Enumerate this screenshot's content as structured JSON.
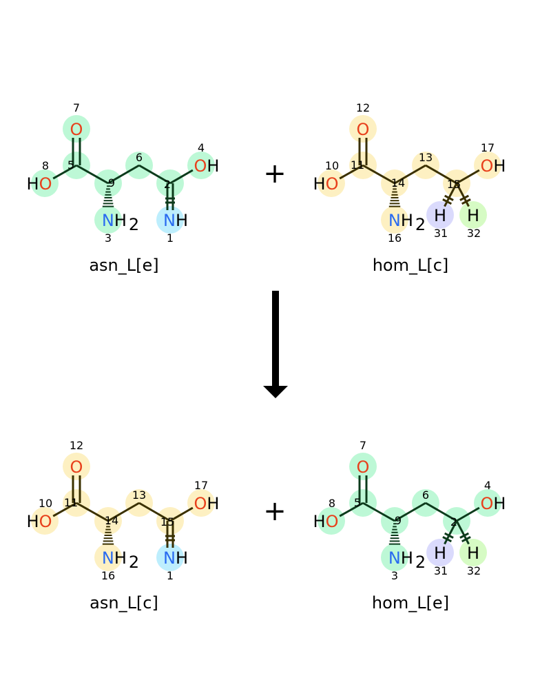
{
  "reaction": {
    "plus_sign": "+",
    "arrow": "reaction-arrow",
    "reactants": [
      {
        "name": "asn_L[e]",
        "template": "asn",
        "bond_color": "#0d3b1c",
        "atoms": [
          {
            "role": "o_top",
            "symbol": "O",
            "map": "7",
            "highlight": "#bdf8d6"
          },
          {
            "role": "c_carb",
            "symbol": "C",
            "map": "5",
            "highlight": "#bdf8d6"
          },
          {
            "role": "o_hydroxyl",
            "symbol": "O",
            "prefix": "H",
            "map": "8",
            "highlight": "#bdf8d6"
          },
          {
            "role": "c_alpha",
            "symbol": "C",
            "map": "9",
            "highlight": "#bdf8d6"
          },
          {
            "role": "n_amine",
            "symbol": "N",
            "suffix": "H",
            "sub": "2",
            "map": "3",
            "highlight": "#bdf8d6"
          },
          {
            "role": "c_beta",
            "symbol": "C",
            "map": "6",
            "highlight": "#bdf8d6"
          },
          {
            "role": "c_gamma",
            "symbol": "C",
            "map": "2",
            "highlight": "#bdf8d6"
          },
          {
            "role": "o_right",
            "symbol": "O",
            "suffix": "H",
            "map": "4",
            "highlight": "#bdf8d6"
          },
          {
            "role": "n_imine",
            "symbol": "N",
            "suffix": "H",
            "map": "1",
            "highlight": "#bdeefd"
          }
        ]
      },
      {
        "name": "hom_L[c]",
        "template": "hom",
        "bond_color": "#3a3000",
        "atoms": [
          {
            "role": "o_top",
            "symbol": "O",
            "map": "12",
            "highlight": "#fdf0c2"
          },
          {
            "role": "c_carb",
            "symbol": "C",
            "map": "11",
            "highlight": "#fdf0c2"
          },
          {
            "role": "o_hydroxyl",
            "symbol": "O",
            "prefix": "H",
            "map": "10",
            "highlight": "#fdf0c2"
          },
          {
            "role": "c_alpha",
            "symbol": "C",
            "map": "14",
            "highlight": "#fdf0c2"
          },
          {
            "role": "n_amine",
            "symbol": "N",
            "suffix": "H",
            "sub": "2",
            "map": "16",
            "highlight": "#fdf0c2"
          },
          {
            "role": "c_beta",
            "symbol": "C",
            "map": "13",
            "highlight": "#fdf0c2"
          },
          {
            "role": "c_gamma",
            "symbol": "C",
            "map": "15",
            "highlight": "#fdf0c2"
          },
          {
            "role": "o_right",
            "symbol": "O",
            "suffix": "H",
            "map": "17",
            "highlight": "#fdf0c2"
          },
          {
            "role": "h_left",
            "symbol": "H",
            "map": "31",
            "highlight": "#dadafc"
          },
          {
            "role": "h_right",
            "symbol": "H",
            "map": "32",
            "highlight": "#d6fbc4"
          }
        ]
      }
    ],
    "products": [
      {
        "name": "asn_L[c]",
        "template": "asn",
        "bond_color": "#3a3000",
        "atoms": [
          {
            "role": "o_top",
            "symbol": "O",
            "map": "12",
            "highlight": "#fdf0c2"
          },
          {
            "role": "c_carb",
            "symbol": "C",
            "map": "11",
            "highlight": "#fdf0c2"
          },
          {
            "role": "o_hydroxyl",
            "symbol": "O",
            "prefix": "H",
            "map": "10",
            "highlight": "#fdf0c2"
          },
          {
            "role": "c_alpha",
            "symbol": "C",
            "map": "14",
            "highlight": "#fdf0c2"
          },
          {
            "role": "n_amine",
            "symbol": "N",
            "suffix": "H",
            "sub": "2",
            "map": "16",
            "highlight": "#fdf0c2"
          },
          {
            "role": "c_beta",
            "symbol": "C",
            "map": "13",
            "highlight": "#fdf0c2"
          },
          {
            "role": "c_gamma",
            "symbol": "C",
            "map": "15",
            "highlight": "#fdf0c2"
          },
          {
            "role": "o_right",
            "symbol": "O",
            "suffix": "H",
            "map": "17",
            "highlight": "#fdf0c2"
          },
          {
            "role": "n_imine",
            "symbol": "N",
            "suffix": "H",
            "map": "1",
            "highlight": "#bdeefd"
          }
        ]
      },
      {
        "name": "hom_L[e]",
        "template": "hom",
        "bond_color": "#0d3b1c",
        "atoms": [
          {
            "role": "o_top",
            "symbol": "O",
            "map": "7",
            "highlight": "#bdf8d6"
          },
          {
            "role": "c_carb",
            "symbol": "C",
            "map": "5",
            "highlight": "#bdf8d6"
          },
          {
            "role": "o_hydroxyl",
            "symbol": "O",
            "prefix": "H",
            "map": "8",
            "highlight": "#bdf8d6"
          },
          {
            "role": "c_alpha",
            "symbol": "C",
            "map": "9",
            "highlight": "#bdf8d6"
          },
          {
            "role": "n_amine",
            "symbol": "N",
            "suffix": "H",
            "sub": "2",
            "map": "3",
            "highlight": "#bdf8d6"
          },
          {
            "role": "c_beta",
            "symbol": "C",
            "map": "6",
            "highlight": "#bdf8d6"
          },
          {
            "role": "c_gamma",
            "symbol": "C",
            "map": "2",
            "highlight": "#bdf8d6"
          },
          {
            "role": "o_right",
            "symbol": "O",
            "suffix": "H",
            "map": "4",
            "highlight": "#bdf8d6"
          },
          {
            "role": "h_left",
            "symbol": "H",
            "map": "31",
            "highlight": "#dadafc"
          },
          {
            "role": "h_right",
            "symbol": "H",
            "map": "32",
            "highlight": "#d6fbc4"
          }
        ]
      }
    ]
  },
  "colors": {
    "oxygen": "#e8401c",
    "nitrogen": "#2a6bf0",
    "hydrogen": "#000000"
  }
}
